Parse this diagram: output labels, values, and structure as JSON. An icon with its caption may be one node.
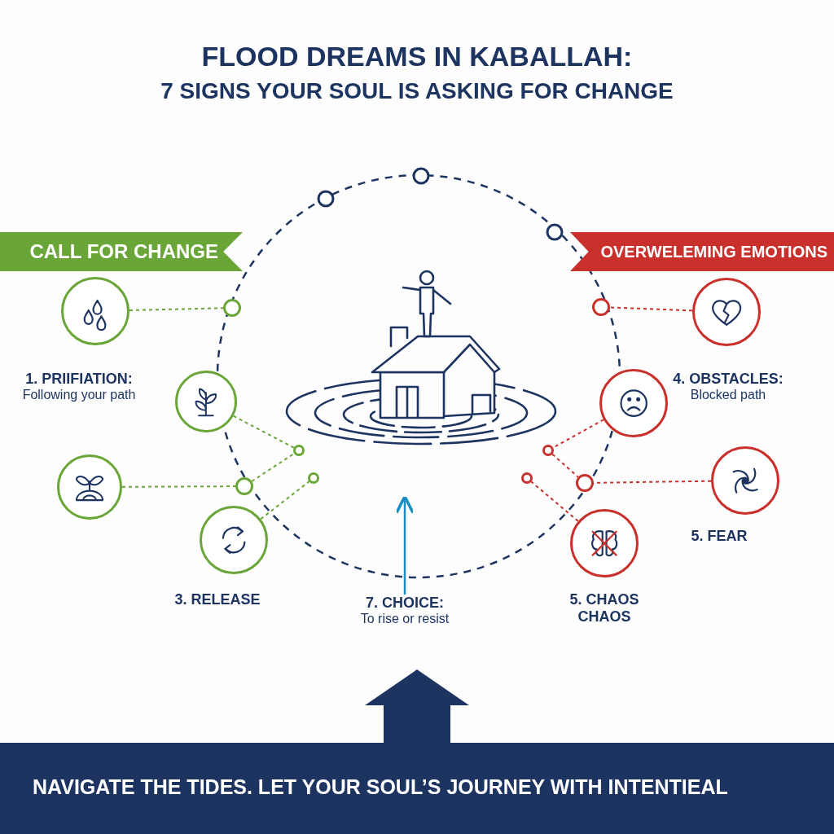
{
  "diagram": {
    "title": "FLOOD DREAMS IN KABALLAH:",
    "nodes": [
      {
        "text": [
          "CALL FOR CHANGE"
        ]
      },
      {
        "text": [
          "OVERWELEMING EMOTIONS"
        ]
      },
      {
        "text": [],
        "shape": "circle",
        "beside": [
          "1. PRIIFIATION:",
          "Following your path"
        ]
      },
      {
        "text": [],
        "shape": "circle"
      },
      {
        "text": [],
        "shape": "circle"
      },
      {
        "text": [],
        "shape": "circle",
        "beside": [
          "3. RELEASE"
        ]
      },
      {
        "text": [],
        "shape": "circle"
      },
      {
        "text": [],
        "shape": "circle"
      },
      {
        "text": [],
        "shape": "circle"
      },
      {
        "text": [],
        "shape": "circle"
      },
      {
        "text": [],
        "shape": "picture"
      },
      {
        "text": [],
        "shape": "circle",
        "beside": [
          "4. OBSTACLES:",
          "Blocked path"
        ]
      },
      {
        "text": [],
        "shape": "circle"
      },
      {
        "text": [],
        "shape": "circle",
        "beside": [
          "5. FEAR"
        ]
      },
      {
        "text": [],
        "shape": "circle",
        "beside": [
          "5. CHAOS CHAOS"
        ]
      },
      {
        "text": [],
        "shape": "circle"
      },
      {
        "text": [],
        "shape": "circle"
      },
      {
        "text": [],
        "shape": "circle"
      },
      {
        "text": [],
        "shape": "circle"
      },
      {
        "text": [
          "7. CHOICE:",
          "To rise or resist"
        ]
      },
      {
        "text": [
          "NAVIGATE THE TIDES. LET YOUR SOUL’S JOURNEY WITH INTENTIEAL"
        ]
      }
    ],
    "edges": [
      {
        "from": 2,
        "to": 6,
        "arrow": "none",
        "style": "dashed",
        "color": "#6aa538"
      },
      {
        "from": 3,
        "to": 7,
        "arrow": "none",
        "style": "dashed",
        "color": "#6aa538"
      },
      {
        "from": 4,
        "to": 8,
        "arrow": "none",
        "style": "dashed",
        "color": "#6aa538"
      },
      {
        "from": 8,
        "to": 7,
        "arrow": "none",
        "style": "dashed",
        "color": "#6aa538"
      },
      {
        "from": 5,
        "to": 9,
        "arrow": "none",
        "style": "dashed",
        "color": "#6aa538"
      },
      {
        "from": 11,
        "to": 15,
        "arrow": "none",
        "style": "dashed",
        "color": "#c9302c"
      },
      {
        "from": 12,
        "to": 16,
        "arrow": "none",
        "style": "dashed",
        "color": "#c9302c"
      },
      {
        "from": 16,
        "to": 17,
        "arrow": "none",
        "style": "dashed",
        "color": "#c9302c"
      },
      {
        "from": 13,
        "to": 17,
        "arrow": "none",
        "style": "dashed",
        "color": "#c9302c"
      },
      {
        "from": 14,
        "to": 18,
        "arrow": "none",
        "style": "dashed",
        "color": "#c9302c"
      },
      {
        "from": 19,
        "to": null,
        "arrow": "to",
        "color": "#1b8fc4"
      }
    ],
    "labels": [
      "7 SIGNS YOUR SOUL IS ASKING FOR CHANGE"
    ]
  }
}
